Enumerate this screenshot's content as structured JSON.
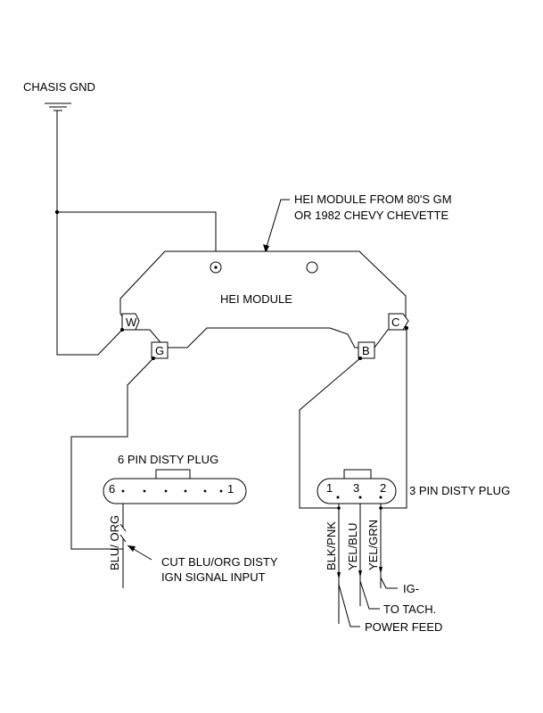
{
  "ground": {
    "label": "CHASIS GND"
  },
  "module": {
    "callout": [
      "HEI MODULE FROM 80'S GM",
      "OR 1982 CHEVY CHEVETTE"
    ],
    "label": "HEI MODULE",
    "terminals": {
      "w": "W",
      "g": "G",
      "b": "B",
      "c": "C"
    }
  },
  "plug6": {
    "label": "6 PIN DISTY PLUG",
    "pin_first": "6",
    "pin_last": "1"
  },
  "plug3": {
    "label": "3 PIN DISTY PLUG",
    "pins": [
      "1",
      "3",
      "2"
    ]
  },
  "wires": {
    "blu_org": "BLU/ ORG",
    "blk_pnk": "BLK/PNK",
    "yel_blu": "YEL/BLU",
    "yel_grn": "YEL/GRN"
  },
  "notes": {
    "cut": [
      "CUT BLU/ORG DISTY",
      "IGN SIGNAL INPUT"
    ],
    "ig": "IG-",
    "tach": "TO TACH.",
    "power": "POWER FEED"
  }
}
